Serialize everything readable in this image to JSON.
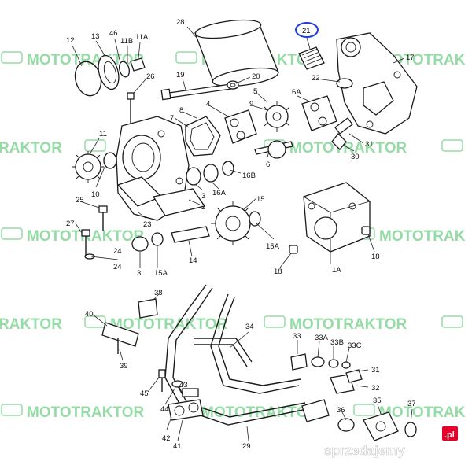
{
  "diagram": {
    "callouts": [
      "28",
      "21",
      "12",
      "13",
      "46",
      "11B",
      "11A",
      "17",
      "19",
      "20",
      "22",
      "26",
      "7",
      "8",
      "4",
      "9",
      "5",
      "6A",
      "6",
      "11",
      "10",
      "31",
      "30",
      "3",
      "16A",
      "16B",
      "2",
      "25",
      "15",
      "23",
      "27",
      "24",
      "18",
      "15A",
      "14",
      "1A",
      "38",
      "40",
      "39",
      "34",
      "33",
      "33A",
      "33B",
      "33C",
      "45",
      "44",
      "43",
      "42",
      "41",
      "29",
      "36",
      "35",
      "37",
      "32"
    ],
    "highlighted_callout": "21",
    "highlight_color": "#1f3fd6"
  },
  "watermark": {
    "text_main": "MOTO",
    "text_accent": "TRAKTOR",
    "fragment_right": "TRAK",
    "fragment_left": "RAKTOR",
    "color": "#3fbf5c"
  },
  "branding": {
    "site": "sprzedajemy",
    "tld": ".pl",
    "tld_bg": "#e4002b"
  }
}
